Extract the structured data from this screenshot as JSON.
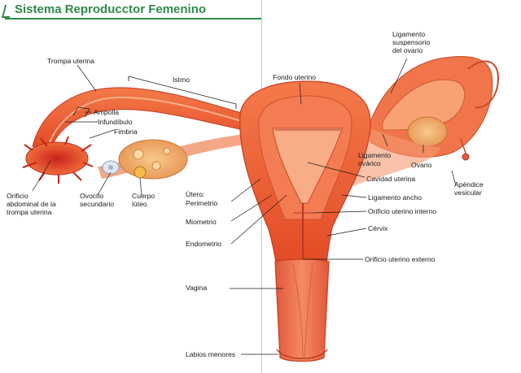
{
  "title": "Sistema Reproducctor Femenino",
  "colors": {
    "title": "#2f8a4a",
    "tissue": "#ee5a34",
    "tissue_dark": "#c83a1e",
    "tissue_light": "#f7a07a",
    "ovary": "#f4b06a",
    "line": "#1a1a1a"
  },
  "labels": {
    "trompa": "Trompa uterina",
    "istmo": "Istmo",
    "ampolla": "Ampolla",
    "infundibulo": "Infundíbulo",
    "fimbria": "Fimbria",
    "orificio_abdominal": "Orificio\nabdominal de la\ntrompa uterina",
    "ovocito": "Ovocito\nsecundario",
    "cuerpo_luteo": "Cuerpo\nlúteo",
    "utero": "Útero:",
    "perimetrio": "Perimetrio",
    "miometrio": "Miometrio",
    "endometrio": "Endometrio",
    "vagina": "Vagina",
    "labios": "Labios menores",
    "fondo": "Fondo uterino",
    "ligamento_suspensorio": "Ligamento\nsuspensorio\ndel ovario",
    "ligamento_ovarico": "Ligamento\novárico",
    "ovario": "Ovario",
    "apendice": "Apéndice\nvesicular",
    "cavidad": "Cavidad uterina",
    "ligamento_ancho": "Ligamento ancho",
    "orificio_interno": "Orificio uterino interno",
    "cervix": "Cérvix",
    "orificio_externo": "Orificio uterino externo"
  }
}
